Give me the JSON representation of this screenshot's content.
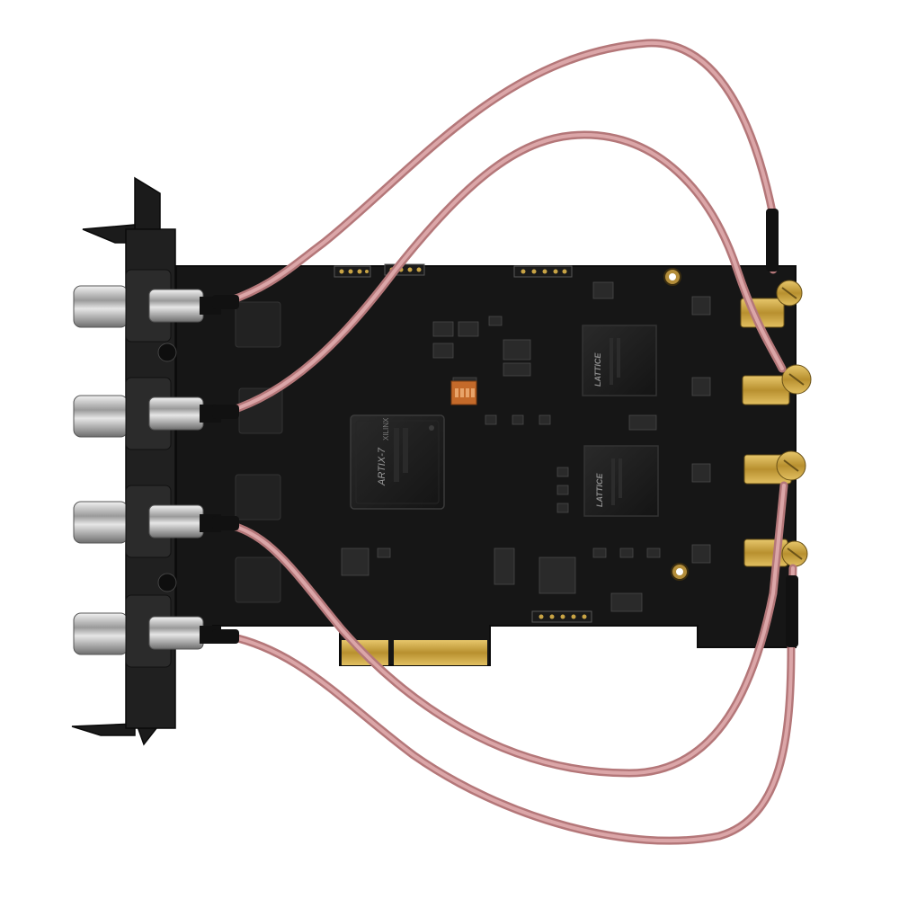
{
  "fpga": {
    "brand": "XILINX",
    "family": "ARTIX-7"
  },
  "cpld_top": {
    "brand": "LATTICE"
  },
  "cpld_bottom": {
    "brand": "LATTICE"
  },
  "colors": {
    "board": "#161616",
    "bracket": "#1b1b1b",
    "cable": "#c58a8c",
    "gold": "#c9a445",
    "chrome": "#cfcfcf",
    "background": "#ffffff"
  }
}
